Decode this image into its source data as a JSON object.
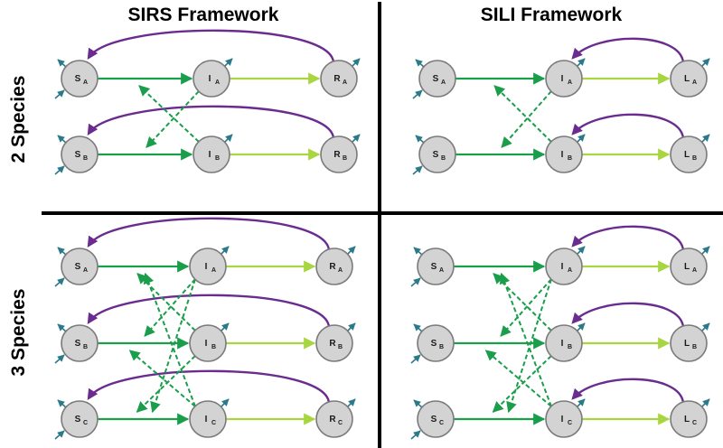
{
  "columns": [
    {
      "title": "SIRS Framework"
    },
    {
      "title": "SILI Framework"
    }
  ],
  "rows": [
    {
      "title": "2 Species"
    },
    {
      "title": "3 Species"
    }
  ],
  "panels": [
    {
      "id": "sirs-2",
      "species": [
        "A",
        "B"
      ],
      "states": [
        "S",
        "I",
        "R"
      ],
      "recovery_arc_from": "R",
      "recovery_arc_to": "S"
    },
    {
      "id": "sili-2",
      "species": [
        "A",
        "B"
      ],
      "states": [
        "S",
        "I",
        "L"
      ],
      "recovery_arc_from": "L",
      "recovery_arc_to": "I"
    },
    {
      "id": "sirs-3",
      "species": [
        "A",
        "B",
        "C"
      ],
      "states": [
        "S",
        "I",
        "R"
      ],
      "recovery_arc_from": "R",
      "recovery_arc_to": "S"
    },
    {
      "id": "sili-3",
      "species": [
        "A",
        "B",
        "C"
      ],
      "states": [
        "S",
        "I",
        "L"
      ],
      "recovery_arc_from": "L",
      "recovery_arc_to": "I"
    }
  ],
  "colors": {
    "infection_arrow": "#1a9e4b",
    "cross_infection_arrow": "#1a9e4b",
    "progression_arrow": "#a8d640",
    "recovery_arc": "#6a2c8f",
    "birth_death_arrow": "#2a7a8a",
    "node_fill": "#d3d3d3",
    "node_stroke": "#7a7a7a"
  }
}
